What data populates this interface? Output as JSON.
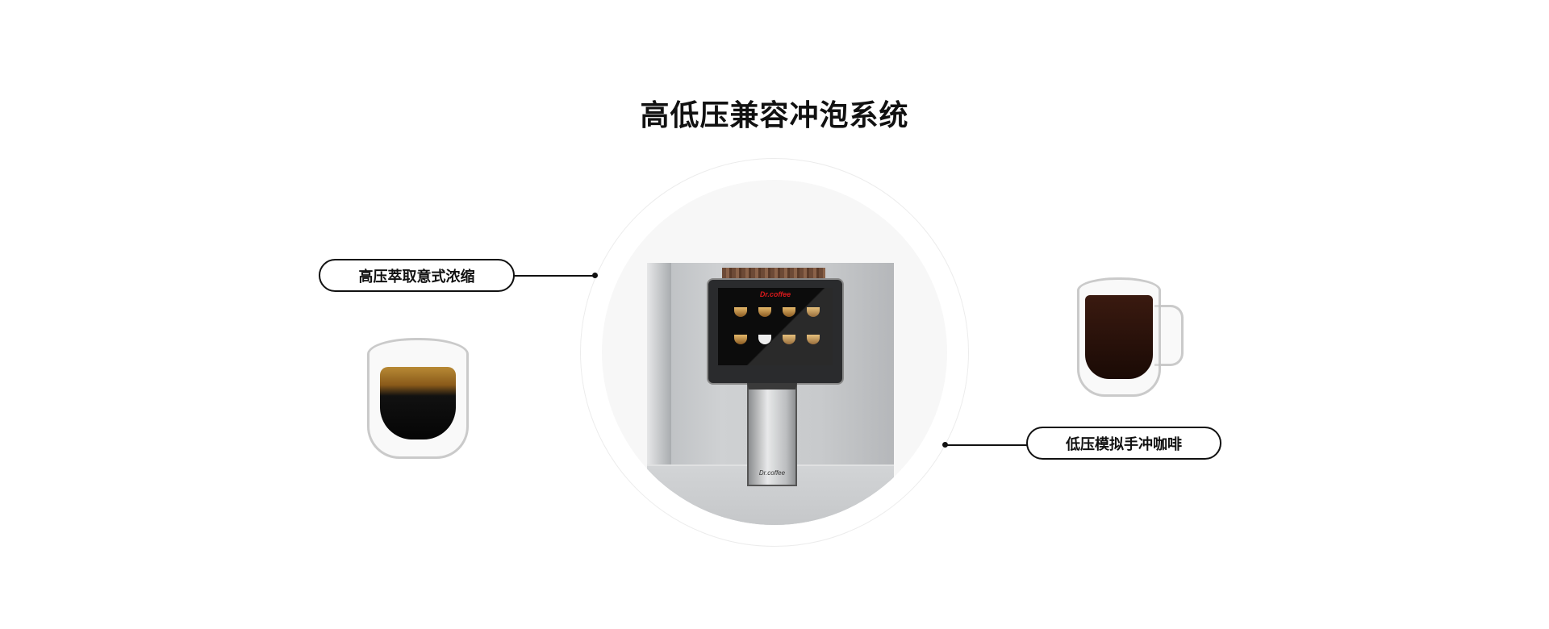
{
  "title": "高低压兼容冲泡系统",
  "labels": {
    "high_pressure": "高压萃取意式浓缩",
    "low_pressure": "低压模拟手冲咖啡"
  },
  "machine": {
    "screen_brand": "Dr.coffee",
    "spout_brand": "Dr.coffee"
  },
  "colors": {
    "brand_red": "#d6191b",
    "text": "#111111",
    "circle_fill": "#f7f7f7"
  }
}
